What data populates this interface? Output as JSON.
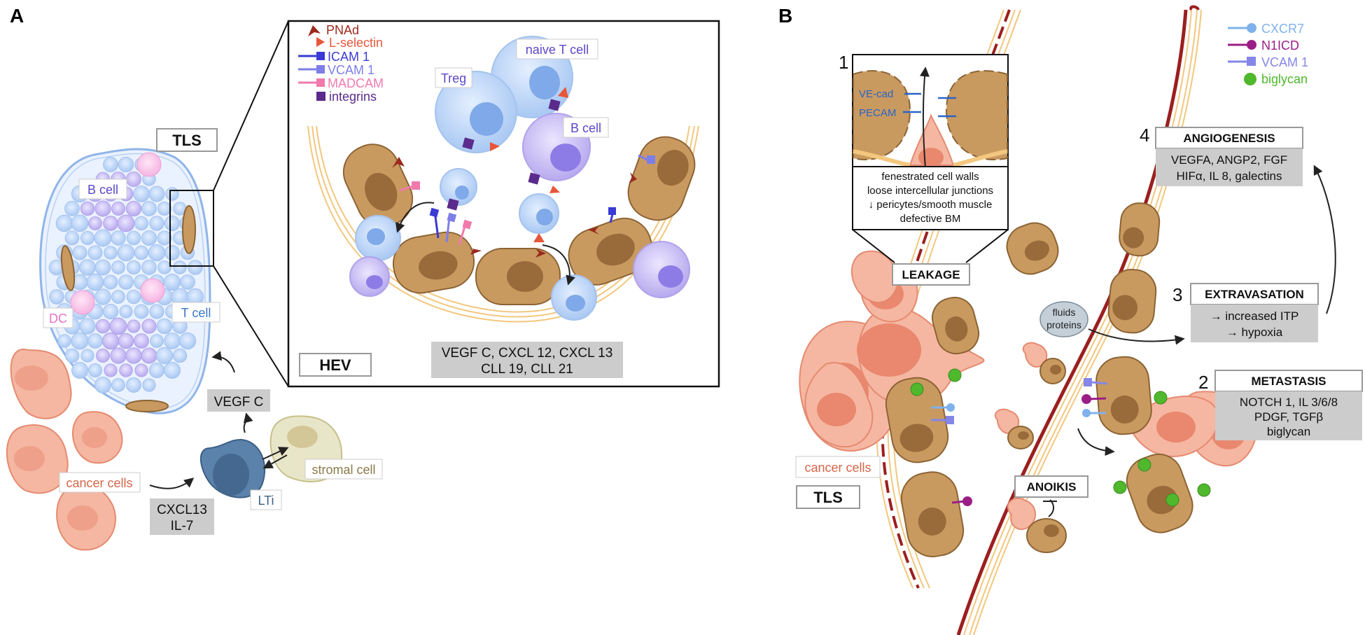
{
  "panel_a": {
    "letter": "A",
    "tls_label": "TLS",
    "b_cell": "B cell",
    "dc": "DC",
    "t_cell": "T cell",
    "vegf_c": "VEGF C",
    "cancer_cells": "cancer cells",
    "lti": "LTi",
    "stromal_cell": "stromal cell",
    "cxcl13": "CXCL13",
    "il7": "IL-7",
    "hev_label": "HEV",
    "hev_factors_line1": "VEGF C, CXCL 12, CXCL 13",
    "hev_factors_line2": "CLL 19, CLL 21",
    "treg": "Treg",
    "naive_t_cell": "naive T cell",
    "inset_b_cell": "B cell",
    "legend": [
      {
        "label": "PNAd",
        "color": "#9b2a1e",
        "icon": "arrowhead-icon"
      },
      {
        "label": "L-selectin",
        "color": "#e8563a",
        "icon": "triangle-icon"
      },
      {
        "label": "ICAM 1",
        "color": "#3a3ad6",
        "icon": "square-receptor-icon"
      },
      {
        "label": "VCAM 1",
        "color": "#7d7ee8",
        "icon": "square-receptor-icon"
      },
      {
        "label": "MADCAM",
        "color": "#f07aac",
        "icon": "square-receptor-icon"
      },
      {
        "label": "integrins",
        "color": "#5b2a8c",
        "icon": "square-icon"
      }
    ]
  },
  "panel_b": {
    "letter": "B",
    "legend": [
      {
        "label": "CXCR7",
        "color": "#7fb2ec",
        "icon": "round-receptor-icon"
      },
      {
        "label": "N1ICD",
        "color": "#9b1e86",
        "icon": "round-receptor-icon"
      },
      {
        "label": "VCAM 1",
        "color": "#8486e8",
        "icon": "square-receptor-icon"
      },
      {
        "label": "biglycan",
        "color": "#4fb82c",
        "icon": "dot-icon"
      }
    ],
    "step1_num": "1",
    "ve_cad": "VE-cad",
    "pecam": "PECAM",
    "leak_text": [
      "fenestrated cell walls",
      "loose intercellular junctions",
      "↓ pericytes/smooth muscle",
      "defective BM"
    ],
    "leakage": "LEAKAGE",
    "step4_num": "4",
    "angiogenesis_title": "ANGIOGENESIS",
    "angiogenesis_line1": "VEGFA, ANGP2, FGF",
    "angiogenesis_line2": "HIFα, IL 8, galectins",
    "step3_num": "3",
    "extravasation_title": "EXTRAVASATION",
    "extravasation_line1": "→ increased ITP",
    "extravasation_line2": "→ hypoxia",
    "fluids": "fluids",
    "proteins": "proteins",
    "step2_num": "2",
    "metastasis_title": "METASTASIS",
    "metastasis_line1": "NOTCH 1, IL 3/6/8",
    "metastasis_line2": "PDGF, TGFβ",
    "metastasis_line3": "biglycan",
    "cancer_cells": "cancer cells",
    "tls_label": "TLS",
    "anoikis": "ANOIKIS"
  },
  "colors": {
    "endothelial": "#c99a60",
    "endothelial_dark": "#8c6334",
    "cancer": "#f2a88e",
    "cancer_dark": "#e0765c",
    "vessel_red": "#9b1f1f",
    "membrane": "#f3c77e",
    "lymphocyte": "#b8d4f5",
    "bcell": "#c9bdf0",
    "gray_box": "#cccccc"
  }
}
